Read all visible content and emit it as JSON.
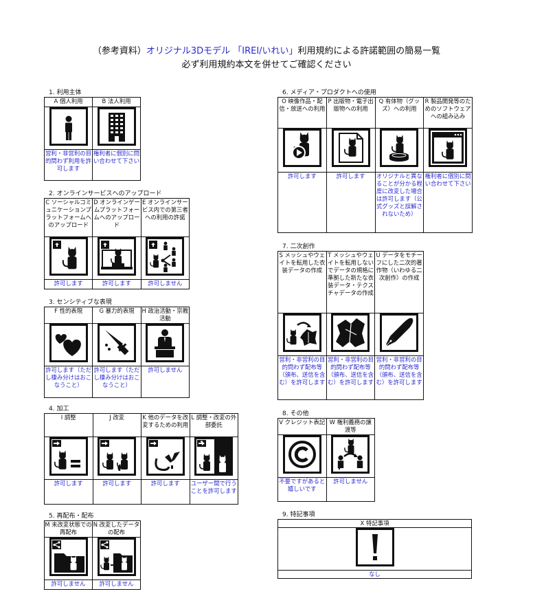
{
  "title": {
    "line1_prefix": "（参考資料）",
    "line1_blue": "オリジナル3Dモデル 「IREI/いれい」",
    "line1_suffix": "利用規約による許諾範囲の簡易一覧",
    "line2": "必ず利用規約本文を併せてご確認ください"
  },
  "colors": {
    "status_text": "#2a2ad0",
    "border": "#111111"
  },
  "sections": [
    {
      "label": "1. 利用主体",
      "items": [
        {
          "header": "A 個人利用",
          "icon": "person-icon",
          "status": "営利・非営利の目的問わず利用を許可します"
        },
        {
          "header": "B 法人利用",
          "icon": "building-icon",
          "status": "権利者に個別に問い合わせて下さい"
        }
      ]
    },
    {
      "label": "2. オンラインサービスへのアップロード",
      "items": [
        {
          "header": "C ソーシャルコミュニケーションプラットフォームへのアップロード",
          "icon": "upload-avatar-icon",
          "status": "許可します"
        },
        {
          "header": "D オンラインゲームプラットフォームへのアップロード",
          "icon": "upload-monitor-icon",
          "status": "許可します"
        },
        {
          "header": "E オンラインサービス内での第三者への利用の許諾",
          "icon": "upload-share-icon",
          "status": "許可しません"
        }
      ]
    },
    {
      "label": "3. センシティブな表現",
      "items": [
        {
          "header": "F 性的表現",
          "icon": "hearts-icon",
          "status": "許可します（ただし棲み分けはおこなうこと）"
        },
        {
          "header": "G 暴力的表現",
          "icon": "knife-icon",
          "status": "許可します（ただし棲み分けはおこなうこと）"
        },
        {
          "header": "H 政治活動・宗教活動",
          "icon": "podium-icon",
          "status": "許可しません"
        }
      ]
    },
    {
      "label": "4. 加工",
      "items": [
        {
          "header": "I 調整",
          "icon": "adjust-equal-icon",
          "status": "許可します"
        },
        {
          "header": "J 改変",
          "icon": "modify-icon",
          "status": "許可します"
        },
        {
          "header": "K 他のデータを改変するための利用",
          "icon": "parts-icon",
          "status": "許可します"
        },
        {
          "header": "L 調整・改変の外部委託",
          "icon": "outsource-icon",
          "status": "ユーザー間で行うことを許可します"
        }
      ]
    },
    {
      "label": "5. 再配布・配布",
      "items": [
        {
          "header": "M 未改変状態での再配布",
          "icon": "share-folder-icon",
          "status": "許可しません"
        },
        {
          "header": "N 改変したデータの配布",
          "icon": "share-modified-icon",
          "status": "許可しません"
        }
      ]
    },
    {
      "label": "6. メディア・プロダクトへの使用",
      "items": [
        {
          "header": "O 映像作品・配信・放送への利用",
          "icon": "video-play-icon",
          "status": "許可します"
        },
        {
          "header": "P 出版物・電子出版物への利用",
          "icon": "document-icon",
          "status": "許可します"
        },
        {
          "header": "Q 有体物（グッズ）への利用",
          "icon": "figure-stand-icon",
          "status": "オリジナルと異なることが分かる程度に改変した場合は許可します（公式グッズと誤解されないため）"
        },
        {
          "header": "R 製品開発等のためのソフトウェアへの組み込み",
          "icon": "software-window-icon",
          "status": "権利者に個別に問い合わせて下さい"
        }
      ]
    },
    {
      "label": "7. 二次創作",
      "items": [
        {
          "header": "S メッシュやウェイトを転用した衣装データの作成",
          "icon": "costume-transfer-icon",
          "status": "営利・非営利の目的問わず配布等（頒布、送信を含む）を許可します"
        },
        {
          "header": "T メッシュやウェイトを転用しないでデータの規格に準拠した新たな衣装データ・テクスチャデータの作成",
          "icon": "costume-icon",
          "status": "営利・非営利の目的問わず配布等（頒布、送信を含む）を許可します"
        },
        {
          "header": "U データをモチーフにした二次的著作物（いわゆる二次創作）の作成",
          "icon": "pen-nib-icon",
          "status": "営利・非営利の目的問わず配布等（頒布、送信を含む）を許可します"
        }
      ]
    },
    {
      "label": "8. その他",
      "items": [
        {
          "header": "V クレジット表記",
          "icon": "copyright-icon",
          "status": "不要ですがあると嬉しいです"
        },
        {
          "header": "W 権利義務の譲渡等",
          "icon": "transfer-rights-icon",
          "status": "許可しません"
        }
      ]
    },
    {
      "label": "9. 特記事項",
      "items": [
        {
          "header": "X 特記事項",
          "icon": "exclamation-icon",
          "status": "なし"
        }
      ]
    }
  ]
}
